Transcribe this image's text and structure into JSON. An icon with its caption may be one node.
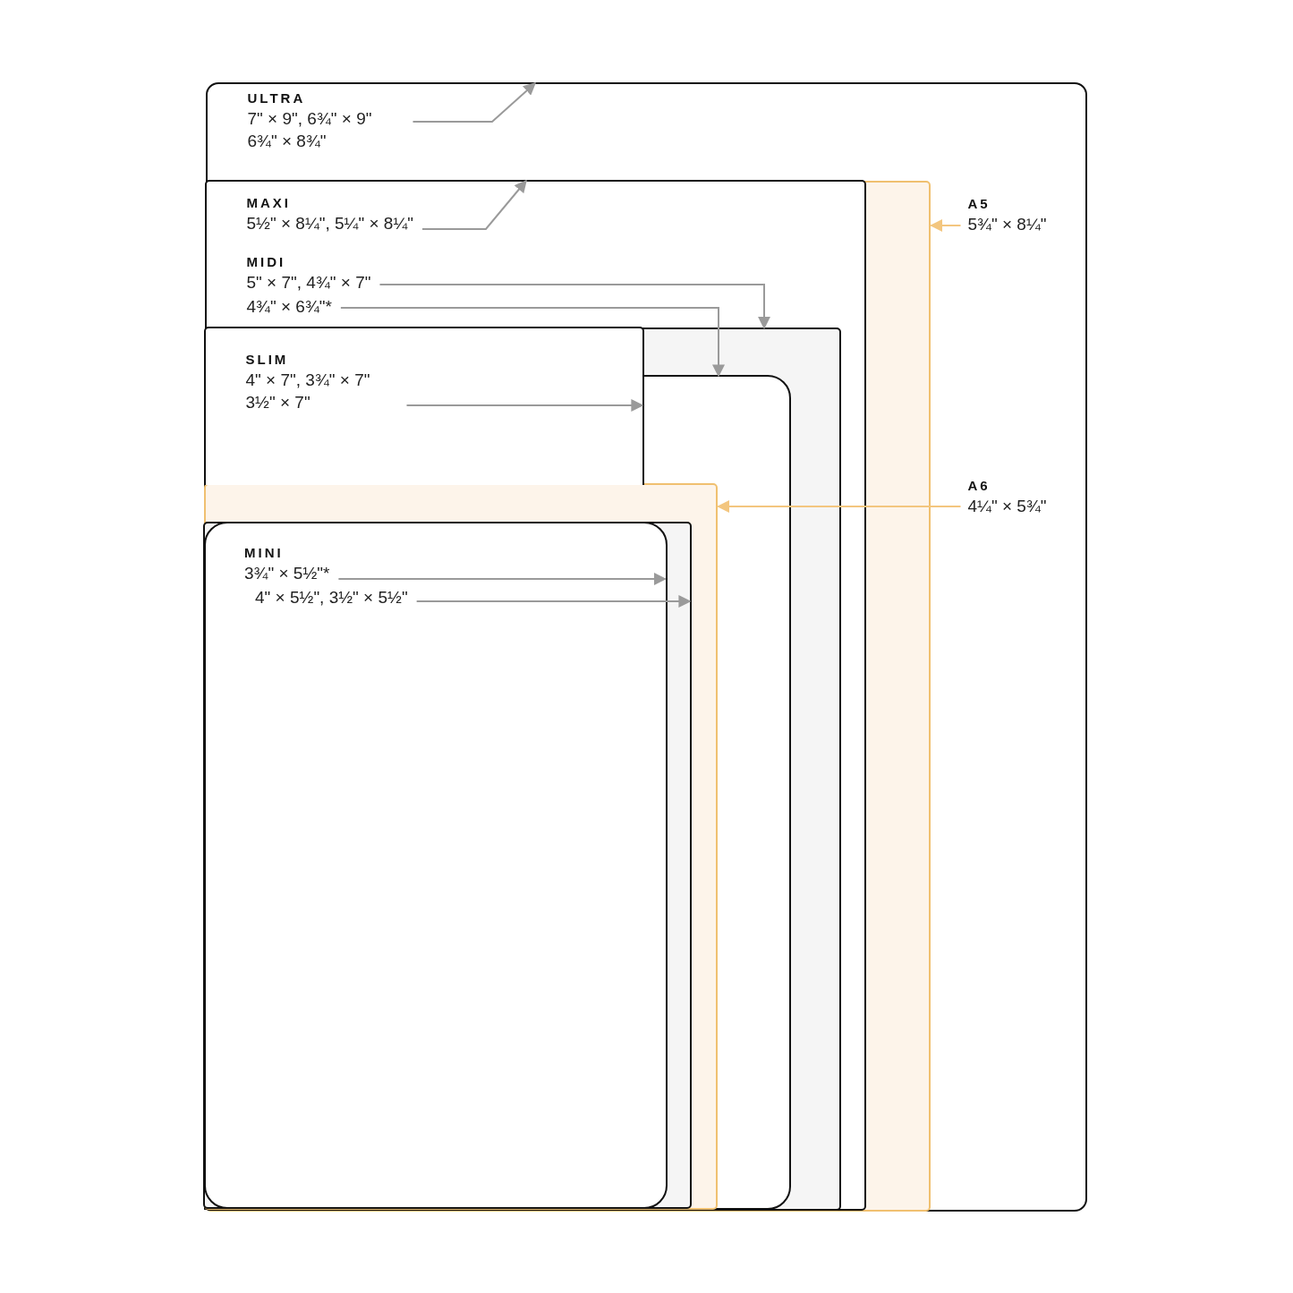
{
  "diagram": {
    "nodes": [
      {
        "text": [],
        "shape": "box"
      },
      {
        "text": [
          "ULTRA",
          "7\" × 9\", 6¾\" × 9\" 6¾\" × 8¾\""
        ],
        "in": 0
      },
      {
        "text": [
          "A5",
          "5¾\" × 8¼\""
        ],
        "in": 0
      },
      {
        "text": [],
        "shape": "box",
        "in": 0
      },
      {
        "text": [],
        "shape": "box",
        "in": 3
      },
      {
        "text": [
          "MAXI",
          "5½\" × 8¼\", 5¼\" × 8¼\""
        ],
        "in": 4
      },
      {
        "text": [
          "MIDI",
          "5\" × 7\", 4¾\" × 7\""
        ],
        "in": 4
      },
      {
        "text": [
          "4¾\" × 6¾\"*"
        ],
        "in": 4
      },
      {
        "text": [],
        "shape": "box",
        "in": 4
      },
      {
        "text": [],
        "shape": "box",
        "in": 8
      },
      {
        "text": [],
        "shape": "box",
        "in": 8
      },
      {
        "text": [
          "SLIM",
          "4\" × 7\", 3¾\" × 7\" 3½\" × 7\""
        ],
        "in": 10
      },
      {
        "text": [
          "A6",
          "4¼\" × 5¾\""
        ],
        "in": 0
      },
      {
        "text": [],
        "shape": "box",
        "in": 9
      },
      {
        "text": [],
        "shape": "box",
        "in": 13
      },
      {
        "text": [],
        "shape": "box",
        "in": 14
      },
      {
        "text": [
          "MINI",
          "3¾\" × 5½\"*"
        ],
        "in": 15
      },
      {
        "text": [
          "4\" × 5½\", 3½\" × 5½\""
        ],
        "in": 15
      }
    ],
    "edges": [
      {
        "from": 1,
        "to": 0,
        "arrow": "to"
      },
      {
        "from": 5,
        "to": 4,
        "arrow": "to"
      },
      {
        "from": 6,
        "to": 8,
        "arrow": "to"
      },
      {
        "from": 7,
        "to": 9,
        "arrow": "to"
      },
      {
        "from": 11,
        "to": 10,
        "arrow": "to"
      },
      {
        "from": 2,
        "to": 3,
        "arrow": "to",
        "color": "#f3c67f"
      },
      {
        "from": 12,
        "to": 13,
        "arrow": "to",
        "color": "#f3c67f"
      },
      {
        "from": 16,
        "to": 15,
        "arrow": "to"
      },
      {
        "from": 17,
        "to": 14,
        "arrow": "to"
      }
    ]
  }
}
